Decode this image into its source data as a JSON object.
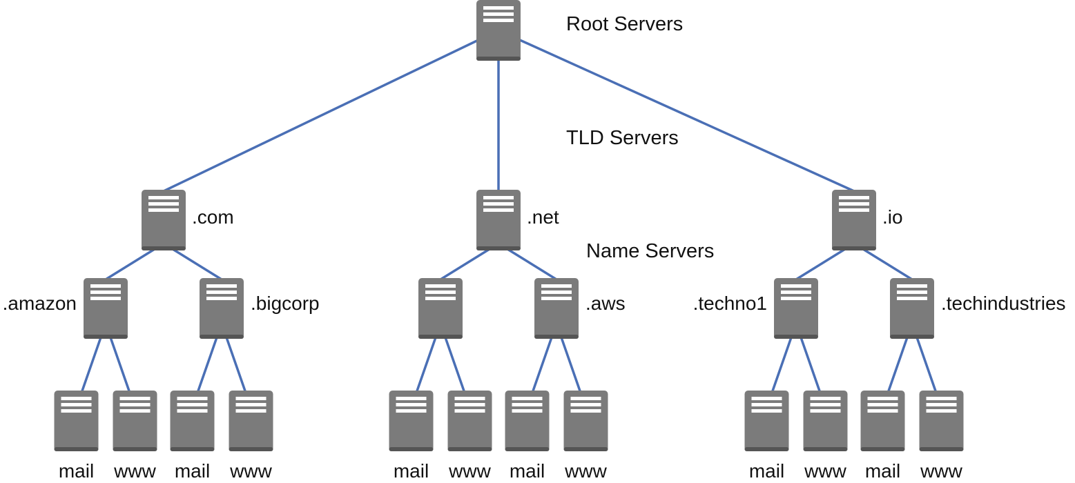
{
  "tiers": {
    "root": "Root Servers",
    "tld": "TLD Servers",
    "name": "Name Servers"
  },
  "colors": {
    "connector": "#4a6fb5",
    "server_body": "#7b7b7b",
    "server_shadow": "#555555",
    "server_slots": "#ffffff",
    "text": "#111111"
  },
  "tree": {
    "root": {
      "icon": "server-icon"
    },
    "tlds": [
      {
        "label": ".com",
        "domains": [
          {
            "label": ".amazon",
            "hosts": [
              "mail",
              "www"
            ]
          },
          {
            "label": ".bigcorp",
            "hosts": [
              "mail",
              "www"
            ]
          }
        ]
      },
      {
        "label": ".net",
        "domains": [
          {
            "label": "",
            "hosts": [
              "mail",
              "www"
            ]
          },
          {
            "label": ".aws",
            "hosts": [
              "mail",
              "www"
            ]
          }
        ]
      },
      {
        "label": ".io",
        "domains": [
          {
            "label": ".techno1",
            "hosts": [
              "mail",
              "www"
            ]
          },
          {
            "label": ".techindustries",
            "hosts": [
              "mail",
              "www"
            ]
          }
        ]
      }
    ]
  }
}
